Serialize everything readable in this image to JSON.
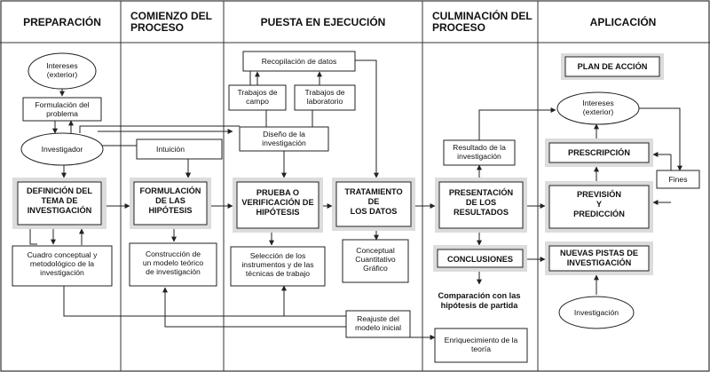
{
  "columns": [
    {
      "id": "preparacion",
      "lines": [
        "PREPARACIÓN"
      ]
    },
    {
      "id": "comienzo",
      "lines": [
        "COMIENZO DEL",
        "PROCESO"
      ]
    },
    {
      "id": "puesta",
      "lines": [
        "PUESTA EN EJECUCIÓN"
      ]
    },
    {
      "id": "culminacion",
      "lines": [
        "CULMINACIÓN DEL",
        "PROCESO"
      ]
    },
    {
      "id": "aplicacion",
      "lines": [
        "APLICACIÓN"
      ]
    }
  ],
  "nodes": {
    "intereses_ext": [
      "Intereses",
      "(exterior)"
    ],
    "formulacion_problema": [
      "Formulación del",
      "problema"
    ],
    "investigador": [
      "Investigador"
    ],
    "definicion_tema": [
      "DEFINICIÓN DEL",
      "TEMA DE",
      "INVESTIGACIÓN"
    ],
    "cuadro_conceptual": [
      "Cuadro conceptual y",
      "metodológico de la",
      "investigación"
    ],
    "intuicion": [
      "Intuición"
    ],
    "formulacion_hipotesis": [
      "FORMULACIÓN",
      "DE LAS",
      "HIPÓTESIS"
    ],
    "construccion_modelo": [
      "Construcción de",
      "un modelo teórico",
      "de investigación"
    ],
    "recopilacion_datos": [
      "Recopilación de datos"
    ],
    "trabajos_campo": [
      "Trabajos de",
      "campo"
    ],
    "trabajos_laboratorio": [
      "Trabajos de",
      "laboratorio"
    ],
    "diseno_investigacion": [
      "Diseño de la",
      "investigación"
    ],
    "prueba_verificacion": [
      "PRUEBA O",
      "VERIFICACIÓN DE",
      "HIPÓTESIS"
    ],
    "seleccion_instrumentos": [
      "Selección de los",
      "instrumentos y de las",
      "técnicas de trabajo"
    ],
    "tratamiento_datos": [
      "TRATAMIENTO",
      "DE",
      "LOS DATOS"
    ],
    "conceptual_grafico": [
      "Conceptual",
      "Cuantitativo",
      "Gráfico"
    ],
    "reajuste_modelo": [
      "Reajuste del",
      "modelo inicial"
    ],
    "resultado_investigacion": [
      "Resultado de la",
      "investigación"
    ],
    "presentacion_resultados": [
      "PRESENTACIÓN",
      "DE LOS",
      "RESULTADOS"
    ],
    "conclusiones": [
      "CONCLUSIONES"
    ],
    "comparacion_hipotesis": [
      "Comparación con las",
      "hipótesis de partida"
    ],
    "enriquecimiento_teoria": [
      "Enriquecimiento de la",
      "teoría"
    ],
    "plan_accion": [
      "PLAN DE ACCIÓN"
    ],
    "intereses_ext_2": [
      "Intereses",
      "(exterior)"
    ],
    "prescripcion": [
      "PRESCRIPCIÓN"
    ],
    "fines": [
      "Fines"
    ],
    "prevision_prediccion": [
      "PREVISIÓN",
      "Y",
      "PREDICCIÓN"
    ],
    "nuevas_pistas": [
      "NUEVAS PISTAS DE",
      "INVESTIGACIÓN"
    ],
    "investigacion": [
      "Investigación"
    ]
  }
}
